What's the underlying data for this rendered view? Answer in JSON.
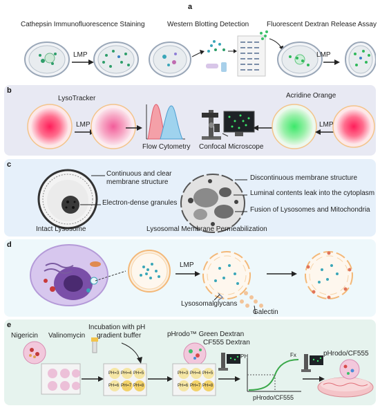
{
  "panel_a": {
    "letter": "a",
    "title_cathepsin": "Cathepsin Immunofluorescence Staining",
    "title_western": "Western Blotting Detection",
    "title_dextran": "Fluorescent Dextran Release Assay",
    "lmp_1": "LMP",
    "lmp_2": "LMP"
  },
  "panel_b": {
    "letter": "b",
    "lysotracker": "LysoTracker",
    "acridine": "Acridine Orange",
    "lmp_1": "LMP",
    "lmp_2": "LMP",
    "flow": "Flow Cytometry",
    "confocal": "Confocal Microscope"
  },
  "panel_c": {
    "letter": "c",
    "continuous_1": "Continuous and clear",
    "continuous_2": "membrane structure",
    "electron_dense": "Electron-dense granules",
    "intact": "Intact Lysosome",
    "discontinuous": "Discontinuous membrane structure",
    "luminal": "Luminal contents leak into the cytoplasm",
    "fusion": "Fusion of Lysosomes and Mitochondria",
    "lmp_full": "Lysosomal Membrane Permeabilization"
  },
  "panel_d": {
    "letter": "d",
    "lmp": "LMP",
    "glycans": "Lysosomalglycans",
    "galectin": "Galectin"
  },
  "panel_e": {
    "letter": "e",
    "nigericin": "Nigericin",
    "valinomycin": "Valinomycin",
    "incubation_1": "Incubation with pH",
    "incubation_2": "gradient buffer",
    "pHrodo_green": "pHrodo™ Green Dextran",
    "cf555": "CF555 Dextran",
    "ph_axis": "PH",
    "fx": "Fx",
    "x_axis": "pHrodo/CF555",
    "pHrodo_cf555": "pHrodo/CF555",
    "wells": [
      "PH=3",
      "PH=4",
      "PH=5",
      "PH=6",
      "PH=7",
      "PH=8"
    ]
  },
  "colors": {
    "panel_a_bg": "#ffffff",
    "panel_b_bg": "#e8e9f3",
    "panel_c_bg": "#e6f0fa",
    "panel_d_bg": "#eef8fb",
    "panel_e_bg": "#e6f3ee"
  }
}
